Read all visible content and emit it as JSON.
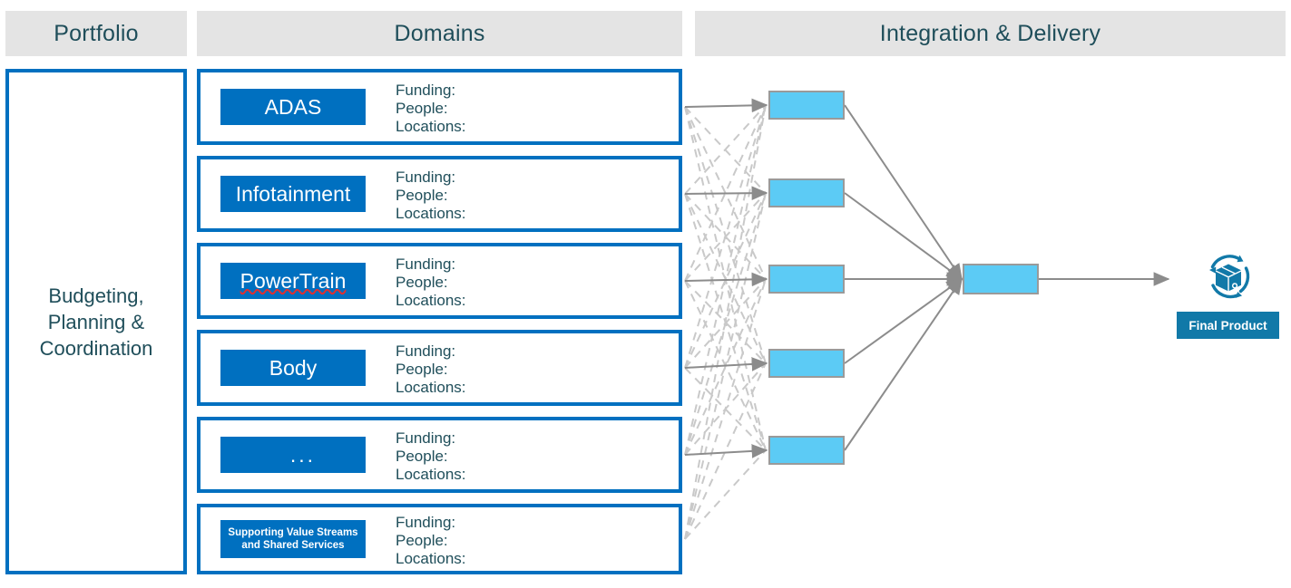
{
  "columns": {
    "portfolio": "Portfolio",
    "domains": "Domains",
    "integration": "Integration & Delivery"
  },
  "portfolio": {
    "line1": "Budgeting,",
    "line2": "Planning &",
    "line3": "Coordination"
  },
  "meta_labels": {
    "funding": "Funding:",
    "people": "People:",
    "locations": "Locations:"
  },
  "domains": [
    {
      "name": "ADAS",
      "spellcheck": false,
      "size": "big",
      "has_solid_arrow": true
    },
    {
      "name": "Infotainment",
      "spellcheck": false,
      "size": "big",
      "has_solid_arrow": true
    },
    {
      "name": "PowerTrain",
      "spellcheck": true,
      "size": "big",
      "has_solid_arrow": true
    },
    {
      "name": "Body",
      "spellcheck": false,
      "size": "big",
      "has_solid_arrow": true
    },
    {
      "name": "...",
      "spellcheck": false,
      "size": "big",
      "has_solid_arrow": true
    },
    {
      "name": "Supporting Value Streams and Shared Services",
      "name_line1": "Supporting Value Streams",
      "name_line2": "and Shared Services",
      "spellcheck": false,
      "size": "small",
      "has_solid_arrow": false
    }
  ],
  "integration": {
    "stream_count": 5,
    "center_box_label": "",
    "final_product": {
      "label": "Final Product",
      "icon": "recycle-box-icon"
    }
  },
  "colors": {
    "header_bar": "#e4e4e4",
    "header_text": "#1f4e5a",
    "brand_blue": "#0070c0",
    "cyan_box": "#5ccbf5",
    "wire_gray": "#8c8c8c",
    "dashed_gray": "#c9c9c9",
    "final_product_chip": "#1179a8",
    "spell_underline": "#e03030"
  }
}
